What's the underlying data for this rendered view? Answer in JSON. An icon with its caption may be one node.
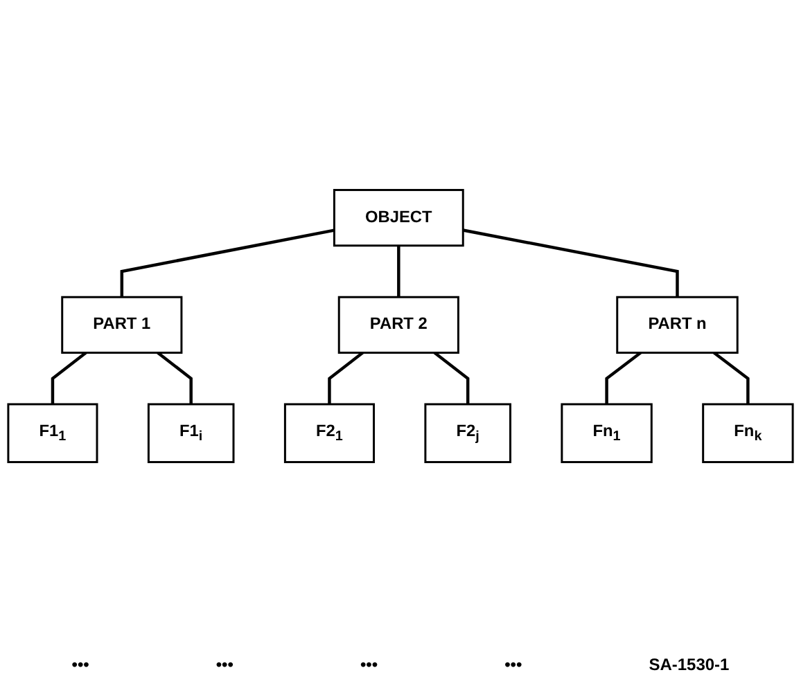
{
  "diagram": {
    "nodes": [
      {
        "text": [
          "OBJECT"
        ]
      },
      {
        "text": [
          "PART 1"
        ]
      },
      {
        "text": [
          "PART 2"
        ]
      },
      {
        "text": [
          "PART n"
        ]
      },
      {
        "text": [
          "F1$_{1}$"
        ]
      },
      {
        "text": [
          "F1$_{i}$"
        ]
      },
      {
        "text": [
          "F2$_{1}$"
        ]
      },
      {
        "text": [
          "F2$_{j}$"
        ]
      },
      {
        "text": [
          "Fn$_{1}$"
        ]
      },
      {
        "text": [
          "Fn$_{k}$"
        ]
      }
    ],
    "edges": [
      {
        "from": 0,
        "to": 1,
        "arrow": "none"
      },
      {
        "from": 0,
        "to": 2,
        "arrow": "none"
      },
      {
        "from": 0,
        "to": 3,
        "arrow": "none"
      },
      {
        "from": 1,
        "to": 4,
        "arrow": "none"
      },
      {
        "from": 1,
        "to": 5,
        "arrow": "none"
      },
      {
        "from": 2,
        "to": 6,
        "arrow": "none"
      },
      {
        "from": 2,
        "to": 7,
        "arrow": "none"
      },
      {
        "from": 3,
        "to": 8,
        "arrow": "none"
      },
      {
        "from": 3,
        "to": 9,
        "arrow": "none"
      }
    ],
    "labels": [
      "•••",
      "•••",
      "•••",
      "•••",
      "SA-1530-1"
    ]
  }
}
